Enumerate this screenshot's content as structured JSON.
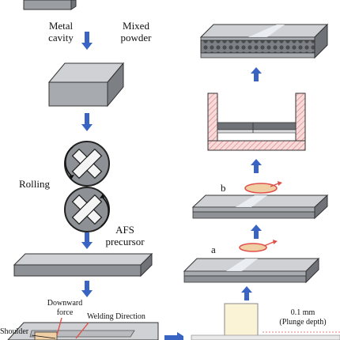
{
  "labels": {
    "metal_cavity_1": "Metal",
    "metal_cavity_2": "cavity",
    "mixed_powder_1": "Mixed",
    "mixed_powder_2": "powder",
    "rolling": "Rolling",
    "afs_precursor_1": "AFS",
    "afs_precursor_2": "precursor",
    "downward_force_1": "Downward",
    "downward_force_2": "force",
    "welding_direction": "Welding Direction",
    "shoulder": "Shoulder",
    "plunge_1": "0.1 mm",
    "plunge_2": "(Plunge depth)",
    "label_a": "a",
    "label_b": "b"
  },
  "colors": {
    "arrow": "#3a64c4",
    "plate_top": "#cfd1d4",
    "plate_side": "#8e9196",
    "roller": "#8d9094",
    "weld_red": "#e0504a",
    "tool": "#f0cfa4"
  }
}
